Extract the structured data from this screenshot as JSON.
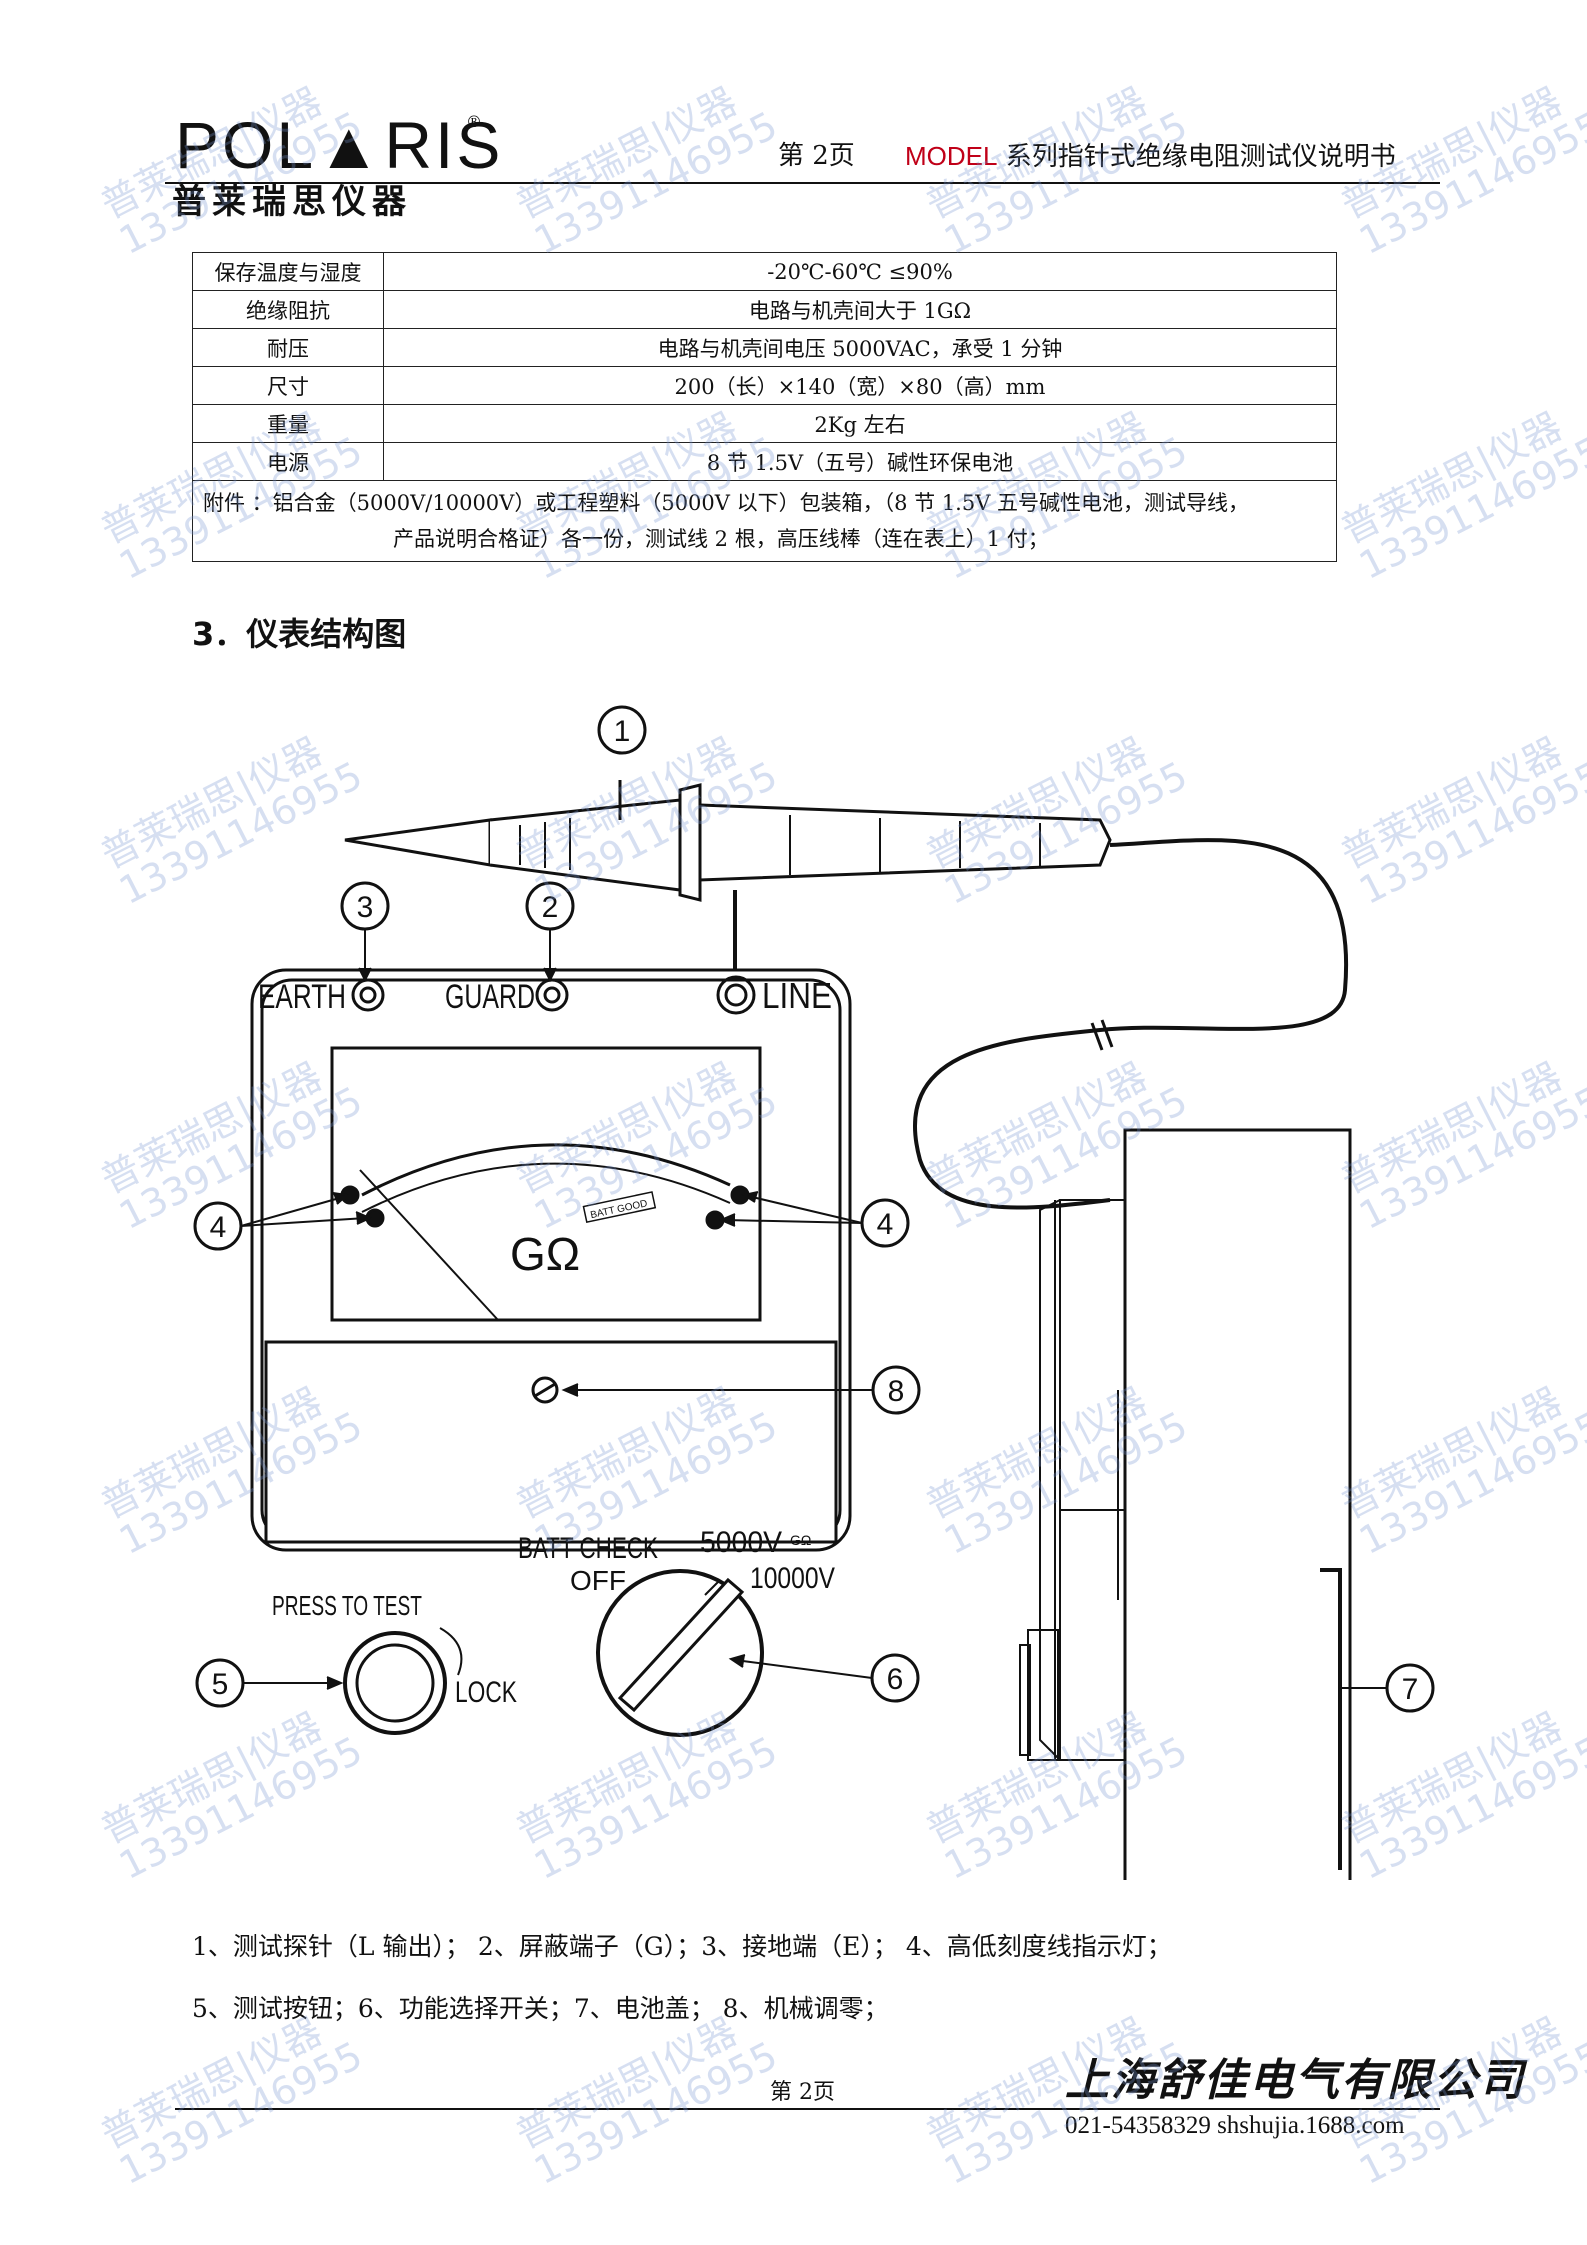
{
  "header": {
    "logo_text": "POL▲RIS",
    "logo_cn": "普莱瑞思仪器",
    "page_label": "第 2页",
    "model_word": "MODEL",
    "title_rest": " 系列指针式绝缘电阻测试仪说明书"
  },
  "spec_table": {
    "rows": [
      {
        "key": "保存温度与湿度",
        "value": "-20℃-60℃  ≤90%"
      },
      {
        "key": "绝缘阻抗",
        "value": "电路与机壳间大于 1GΩ"
      },
      {
        "key": "耐压",
        "value": "电路与机壳间电压 5000VAC，承受 1 分钟"
      },
      {
        "key": "尺寸",
        "value": "200（长）×140（宽）×80（高）mm"
      },
      {
        "key": "重量",
        "value": "2Kg 左右"
      },
      {
        "key": "电源",
        "value": "8 节 1.5V（五号）碱性环保电池"
      }
    ],
    "accessory_line1": "附件 ：铝合金（5000V/10000V）或工程塑料（5000V 以下）包装箱，（8 节 1.5V 五号碱性电池，测试导线，",
    "accessory_line2": "产品说明合格证）各一份，测试线 2 根，高压线棒（连在表上）1 付；"
  },
  "section": {
    "title": "3．仪表结构图"
  },
  "diagram": {
    "callouts": [
      "1",
      "2",
      "3",
      "4",
      "4",
      "5",
      "6",
      "7",
      "8"
    ],
    "terminal_earth": "EARTH",
    "terminal_guard": "GUARD",
    "terminal_line": "LINE",
    "meter_unit": "GΩ",
    "batt_label": "BATT GOOD",
    "batt_check": "BATT CHECK",
    "off": "OFF",
    "range_5000": "5000V",
    "range_10000": "10000V",
    "gohm_small": "GΩ",
    "press_to_test": "PRESS TO TEST",
    "lock": "LOCK"
  },
  "legend": {
    "line1": "1、测试探针（L 输出）； 2、屏蔽端子（G）；3、接地端（E）； 4、高低刻度线指示灯；",
    "line2": "5、测试按钮；6、功能选择开关；7、电池盖； 8、机械调零；"
  },
  "footer": {
    "page_label": "第 2页",
    "company": "上海舒佳电气有限公司",
    "contact": "021-54358329 shshujia.1688.com"
  },
  "watermark": {
    "line1": "普莱瑞思|仪器",
    "line2": "13391146955"
  }
}
